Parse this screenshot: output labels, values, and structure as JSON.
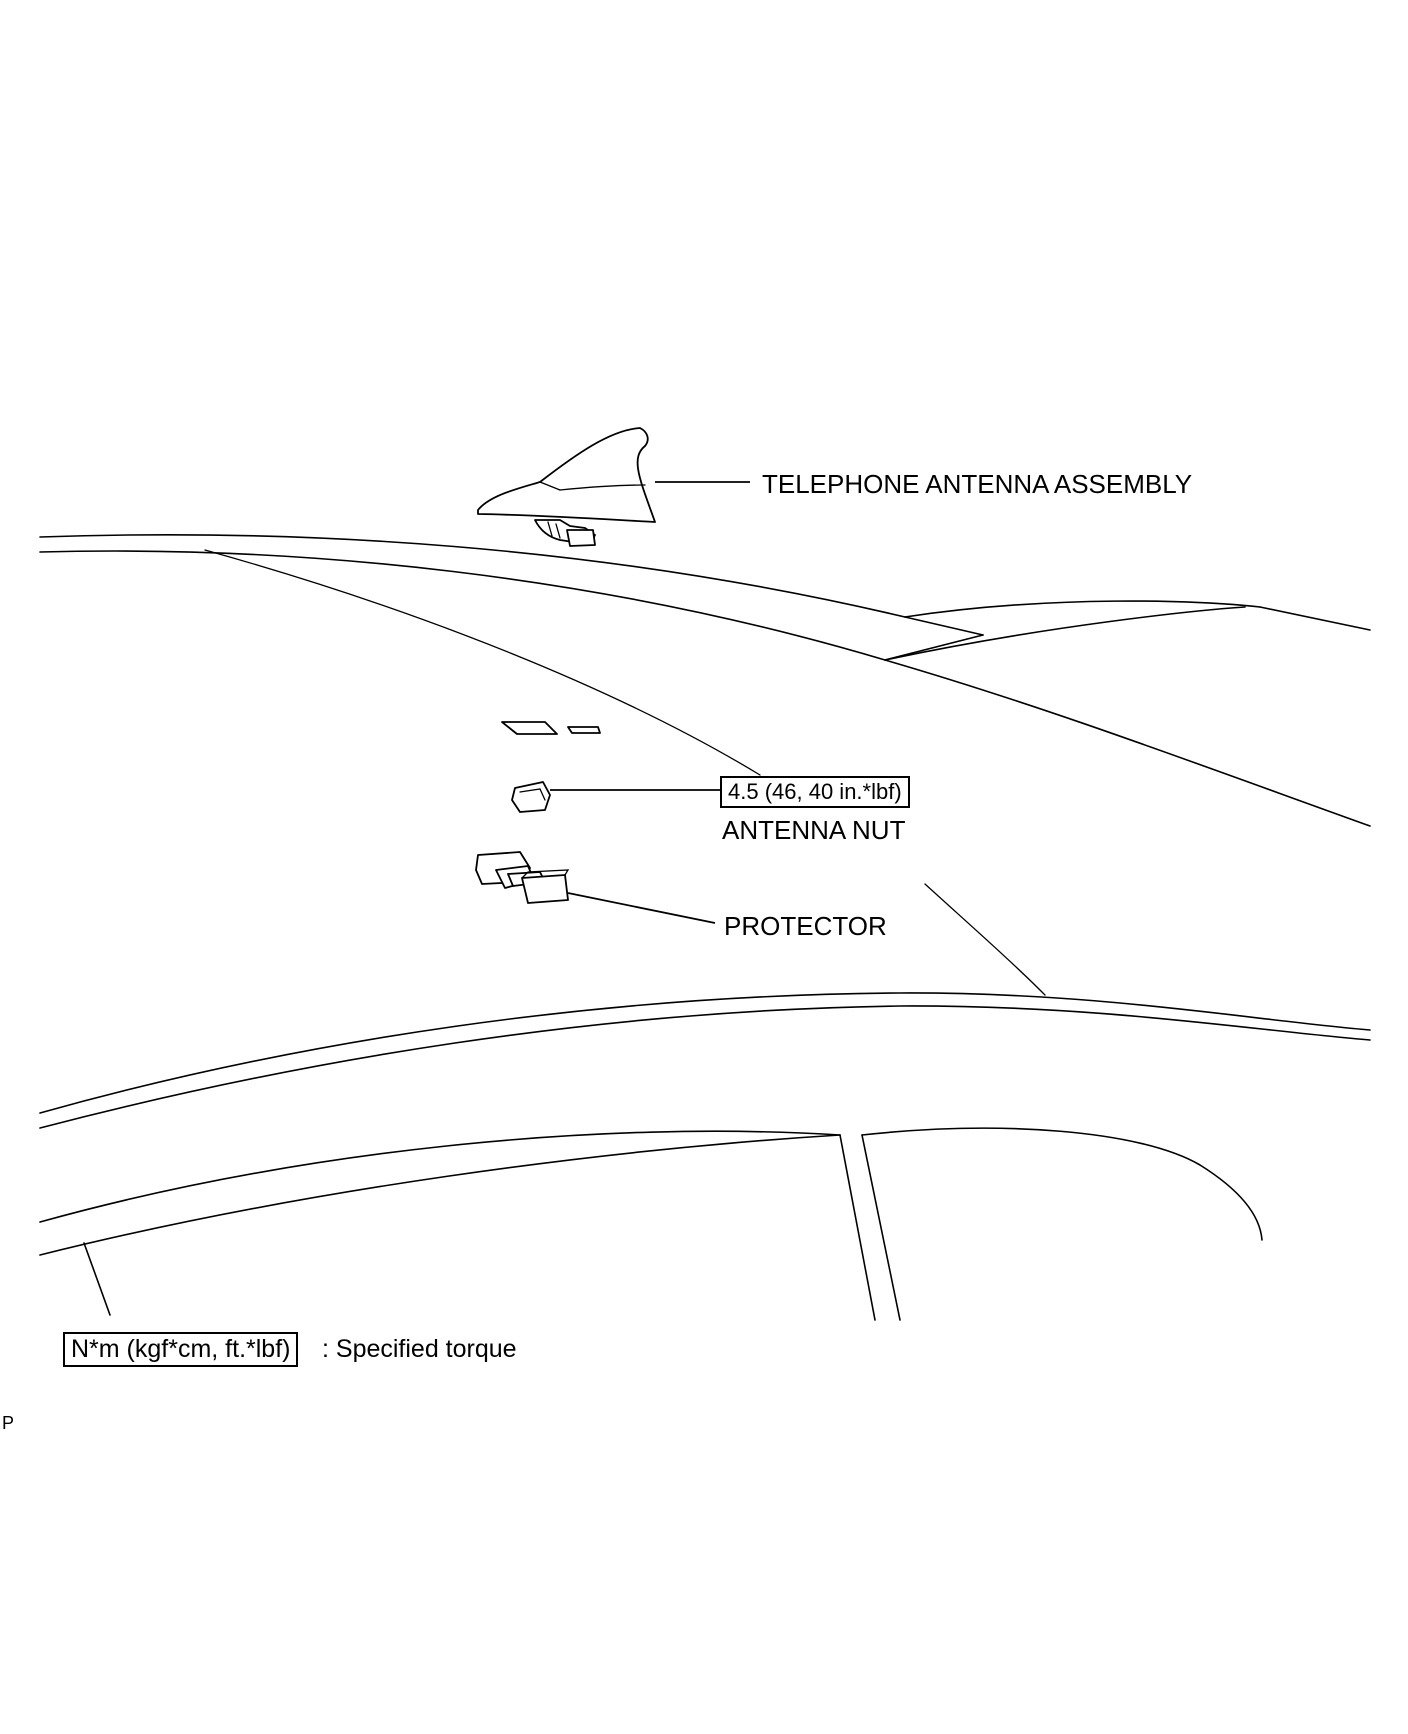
{
  "labels": {
    "antenna_assembly": "TELEPHONE ANTENNA ASSEMBLY",
    "antenna_nut": "ANTENNA NUT",
    "protector": "PROTECTOR",
    "torque_value": "4.5 (46, 40 in.*lbf)"
  },
  "legend": {
    "unit_box": "N*m (kgf*cm, ft.*lbf)",
    "text": ": Specified torque"
  },
  "corner_mark": "P"
}
